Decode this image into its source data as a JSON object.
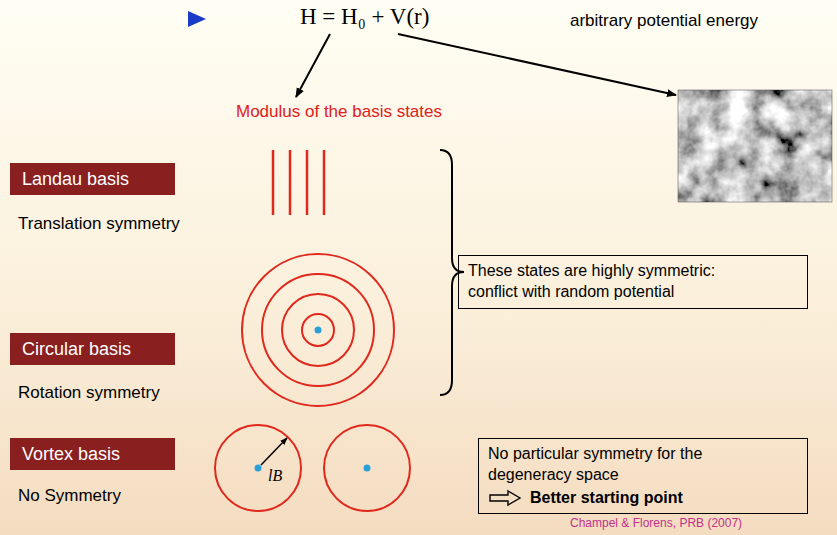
{
  "diagram": {
    "nodes": [
      {
        "text": [
          "Landau basis"
        ]
      },
      {
        "text": [
          "These states are highly symmetric: conflict with random potential"
        ]
      },
      {
        "text": [
          "Circular basis"
        ]
      },
      {
        "text": [
          "Vortex basis"
        ]
      },
      {
        "text": [
          "No particular symmetry for the degeneracy space",
          "Better starting point"
        ]
      }
    ],
    "labels": [
      "H = H₀ + V(r)",
      "arbitrary potential energy",
      "Modulus of the basis states",
      "Translation symmetry",
      "Rotation symmetry",
      "No Symmetry",
      "lB",
      "Champel & Florens, PRB (2007)"
    ]
  }
}
